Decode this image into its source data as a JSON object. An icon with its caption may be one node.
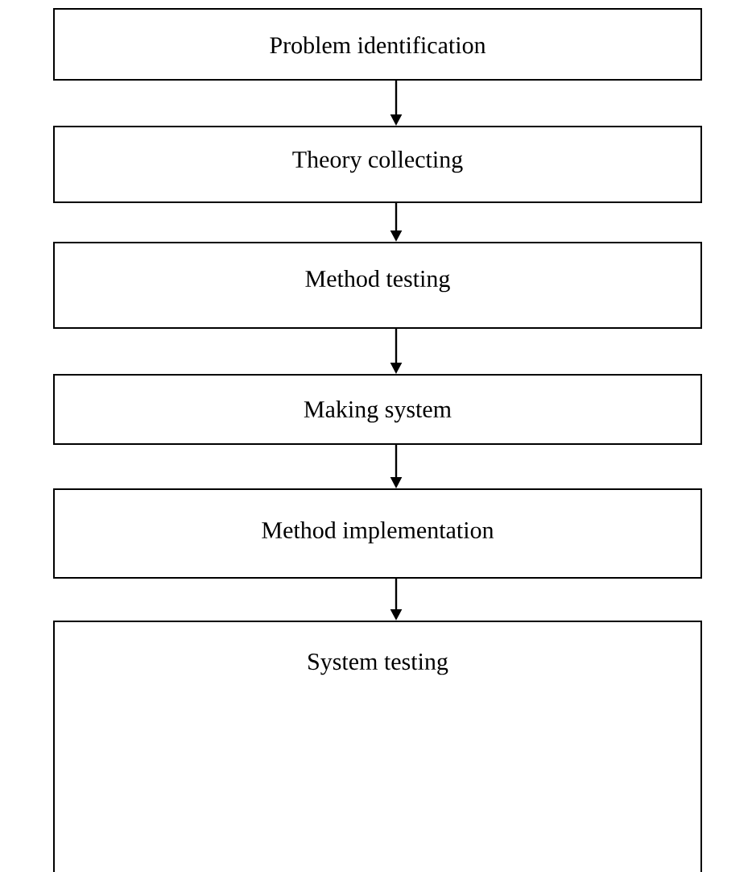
{
  "diagram": {
    "nodes": [
      {
        "text": [
          "Problem identification"
        ]
      },
      {
        "text": [
          "Theory collecting"
        ]
      },
      {
        "text": [
          "Method testing"
        ]
      },
      {
        "text": [
          "Making system"
        ]
      },
      {
        "text": [
          "Method implementation"
        ]
      },
      {
        "text": [
          "System testing"
        ]
      }
    ],
    "edges": [
      {
        "from": 0,
        "to": 1,
        "arrow": "to"
      },
      {
        "from": 1,
        "to": 2,
        "arrow": "to"
      },
      {
        "from": 2,
        "to": 3,
        "arrow": "to"
      },
      {
        "from": 3,
        "to": 4,
        "arrow": "to"
      },
      {
        "from": 4,
        "to": 5,
        "arrow": "to"
      }
    ]
  }
}
